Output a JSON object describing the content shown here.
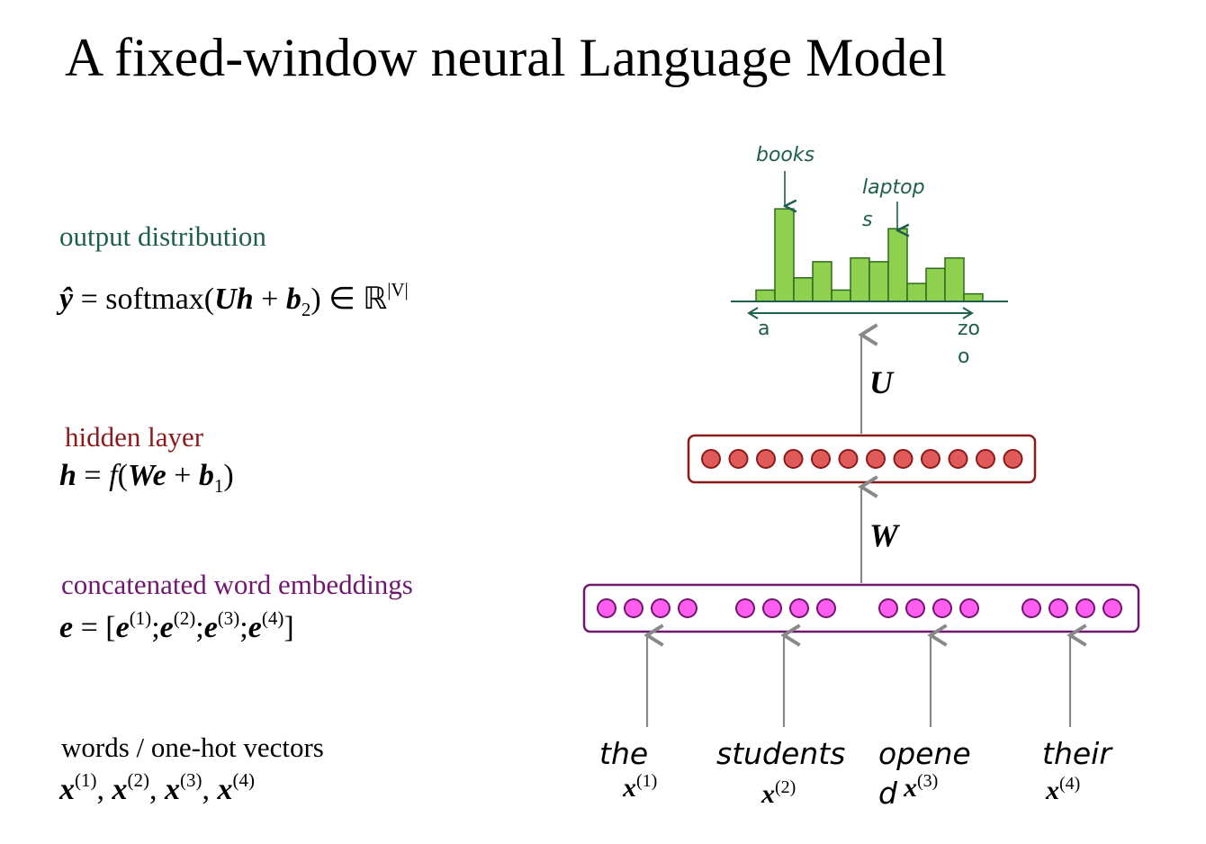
{
  "title": "A fixed-window neural Language Model",
  "layers": {
    "output": {
      "label": "output distribution",
      "eq_lhs": "ŷ",
      "eq_mid": " = softmax(",
      "eq_U": "U",
      "eq_h": "h",
      "eq_plus": " + ",
      "eq_b": "b",
      "eq_sub": "2",
      "eq_in": ") ∈ ℝ",
      "eq_sup": "|V|"
    },
    "hidden": {
      "label": "hidden layer",
      "eq_h": "h",
      "eq_mid": " = ",
      "eq_f": "f",
      "eq_open": "(",
      "eq_W": "W",
      "eq_e": "e",
      "eq_plus": " + ",
      "eq_b": "b",
      "eq_sub": "1",
      "eq_close": ")"
    },
    "embeddings": {
      "label": "concatenated word embeddings",
      "eq_e": "e",
      "eq_mid": " = [",
      "e1": "e",
      "s1": "(1)",
      "sep1": ";",
      "e2": "e",
      "s2": "(2)",
      "sep2": ";",
      "e3": "e",
      "s3": "(3)",
      "sep3": ";",
      "e4": "e",
      "s4": "(4)",
      "close": "]"
    },
    "words": {
      "label": "words / one-hot vectors",
      "x1": "x",
      "s1": "(1)",
      "c1": ", ",
      "x2": "x",
      "s2": "(2)",
      "c2": ", ",
      "x3": "x",
      "s3": "(3)",
      "c3": ", ",
      "x4": "x",
      "s4": "(4)"
    }
  },
  "histogram": {
    "label_books": "books",
    "label_laptops_1": "laptop",
    "label_laptops_2": "s",
    "axis_start": "a",
    "axis_end_1": "zo",
    "axis_end_2": "o",
    "values": [
      0.12,
      0.98,
      0.25,
      0.42,
      0.12,
      0.46,
      0.42,
      0.77,
      0.19,
      0.35,
      0.46,
      0.08
    ],
    "highlight": {
      "books": 1,
      "laptops": 7
    },
    "bar_color": "#8fd14f",
    "bar_stroke": "#2e6b1e",
    "axis_color": "#1f5e4c"
  },
  "weights": {
    "U": "U",
    "W": "W"
  },
  "hidden_neurons": {
    "count": 12,
    "fill": "#e05a5a",
    "stroke": "#8b1a1a"
  },
  "embedding_neurons": {
    "groups": 4,
    "per_group": 4,
    "fill": "#ff5cf0",
    "stroke": "#70186f"
  },
  "inputs": [
    {
      "word": "the",
      "word2": "",
      "x": "x",
      "sup": "(1)"
    },
    {
      "word": "students",
      "word2": "",
      "x": "x",
      "sup": "(2)"
    },
    {
      "word": "opene",
      "word2": "d",
      "x": "x",
      "sup": "(3)"
    },
    {
      "word": "their",
      "word2": "",
      "x": "x",
      "sup": "(4)"
    }
  ],
  "colors": {
    "output": "#1f5e4c",
    "hidden": "#8b1a1a",
    "embedding": "#70186f",
    "arrow": "#888888"
  }
}
